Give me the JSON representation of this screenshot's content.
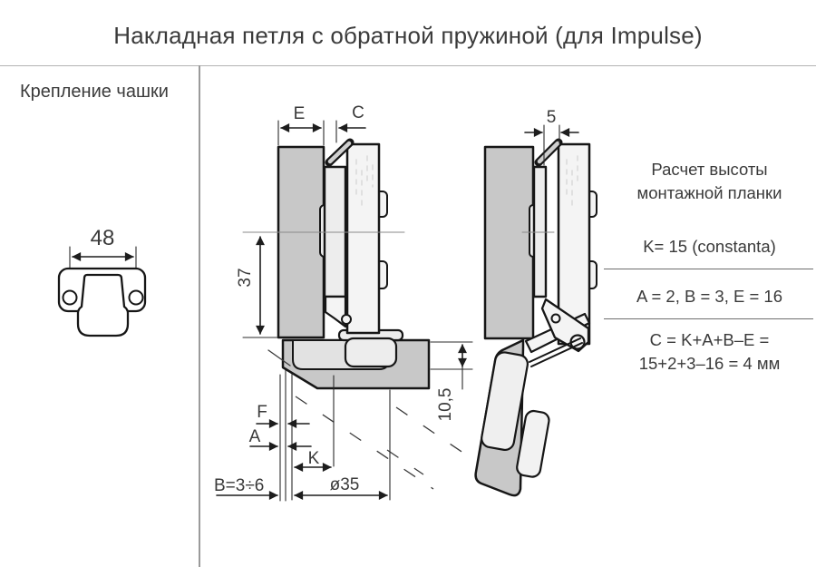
{
  "title": "Накладная петля с обратной пружиной (для Impulse)",
  "sidebar": {
    "heading": "Крепление чашки",
    "plate_hole_distance": "48"
  },
  "diagram": {
    "closed_view": {
      "dim_e": "E",
      "dim_c": "C",
      "dim_height": "37",
      "dim_cup_depth": "10,5",
      "dim_f": "F",
      "dim_a": "A",
      "dim_k": "K",
      "dim_b": "B=3÷6",
      "dim_cup_diameter": "ø35"
    },
    "open_view": {
      "dim_gap": "5"
    }
  },
  "calc_panel": {
    "heading_line1": "Расчет высоты",
    "heading_line2": "монтажной планки",
    "constant_row": "K= 15 (constanta)",
    "values_row": "A = 2, B = 3, E = 16",
    "formula_line1": "C = K+A+B–E =",
    "formula_line2": "15+2+3–16 = 4 мм"
  },
  "colors": {
    "panel_fill": "#c8c8c8",
    "part_fill": "#f4f4f4",
    "cup_cutout_fill": "#e2e2e2",
    "outline": "#161616",
    "dimension_line": "#2b2b2b",
    "text": "#3a3a3a",
    "divider": "#9a9a9a"
  }
}
